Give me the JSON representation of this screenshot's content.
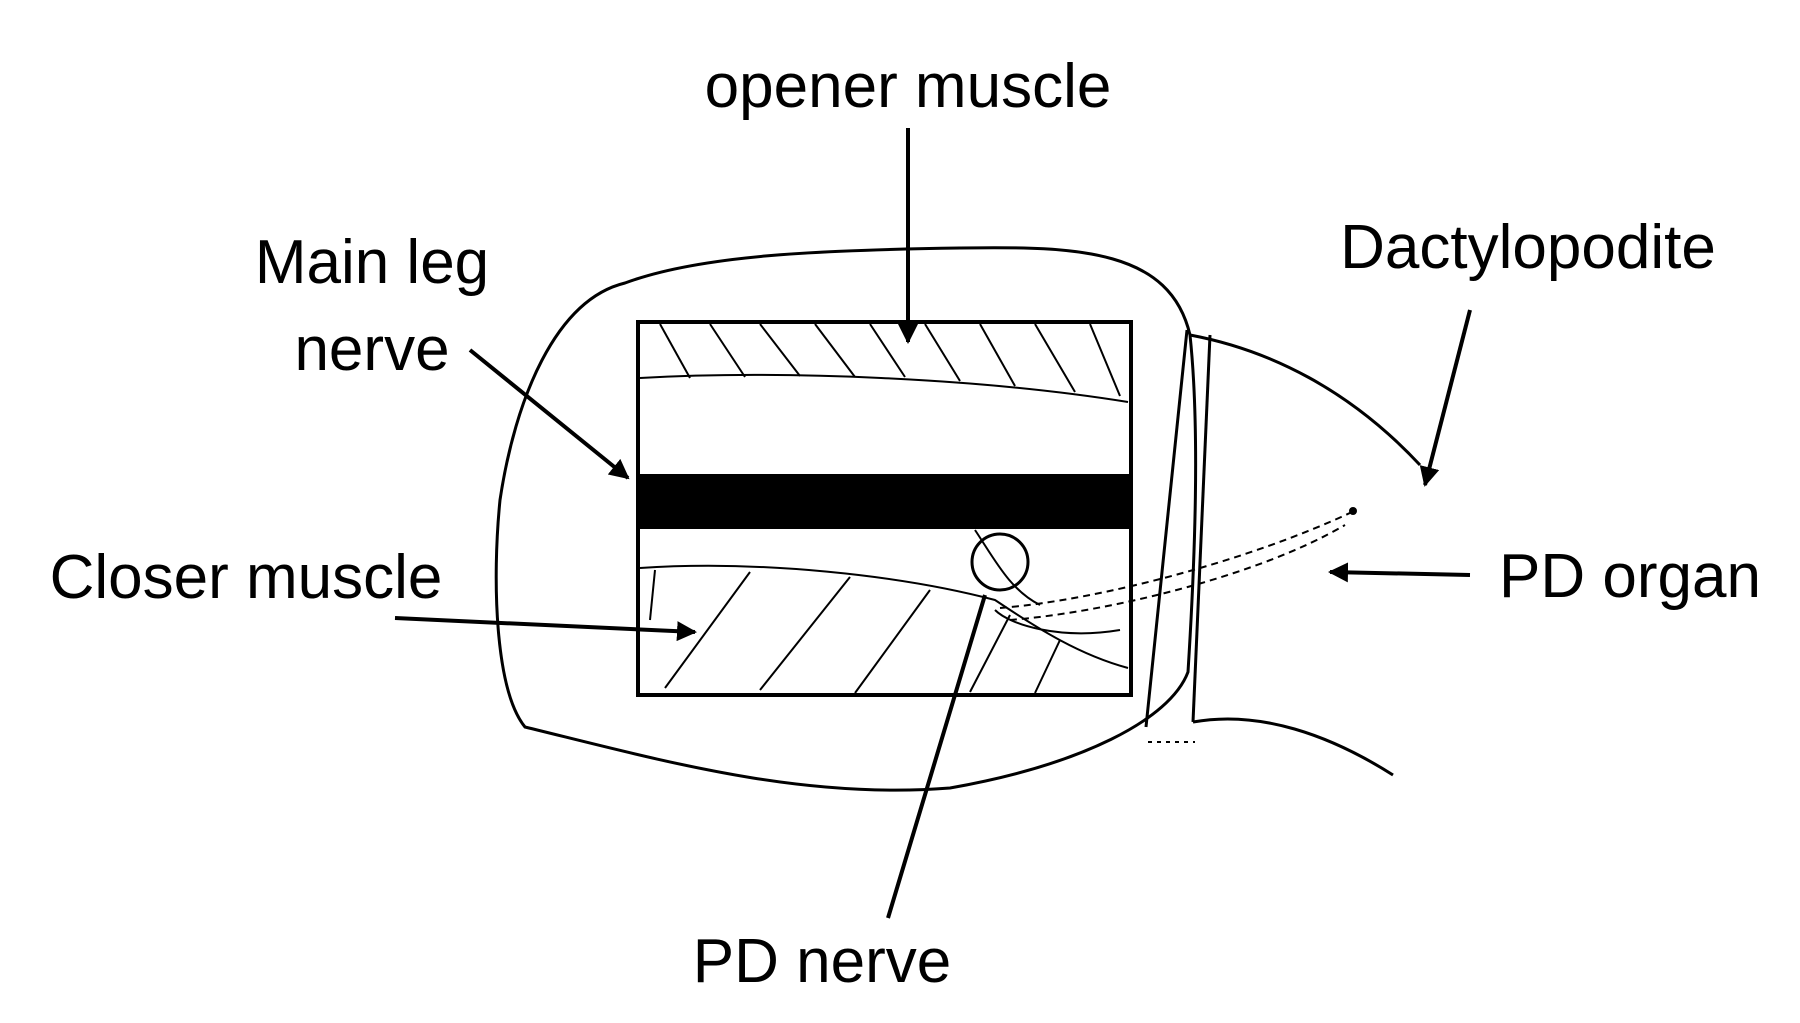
{
  "labels": {
    "opener_muscle": "opener muscle",
    "main_leg_nerve_line1": "Main leg",
    "main_leg_nerve_line2": "nerve",
    "dactylopodite": "Dactylopodite",
    "closer_muscle": "Closer muscle",
    "pd_organ": "PD organ",
    "pd_nerve": "PD nerve"
  },
  "colors": {
    "ink": "#000000",
    "background": "#ffffff"
  }
}
